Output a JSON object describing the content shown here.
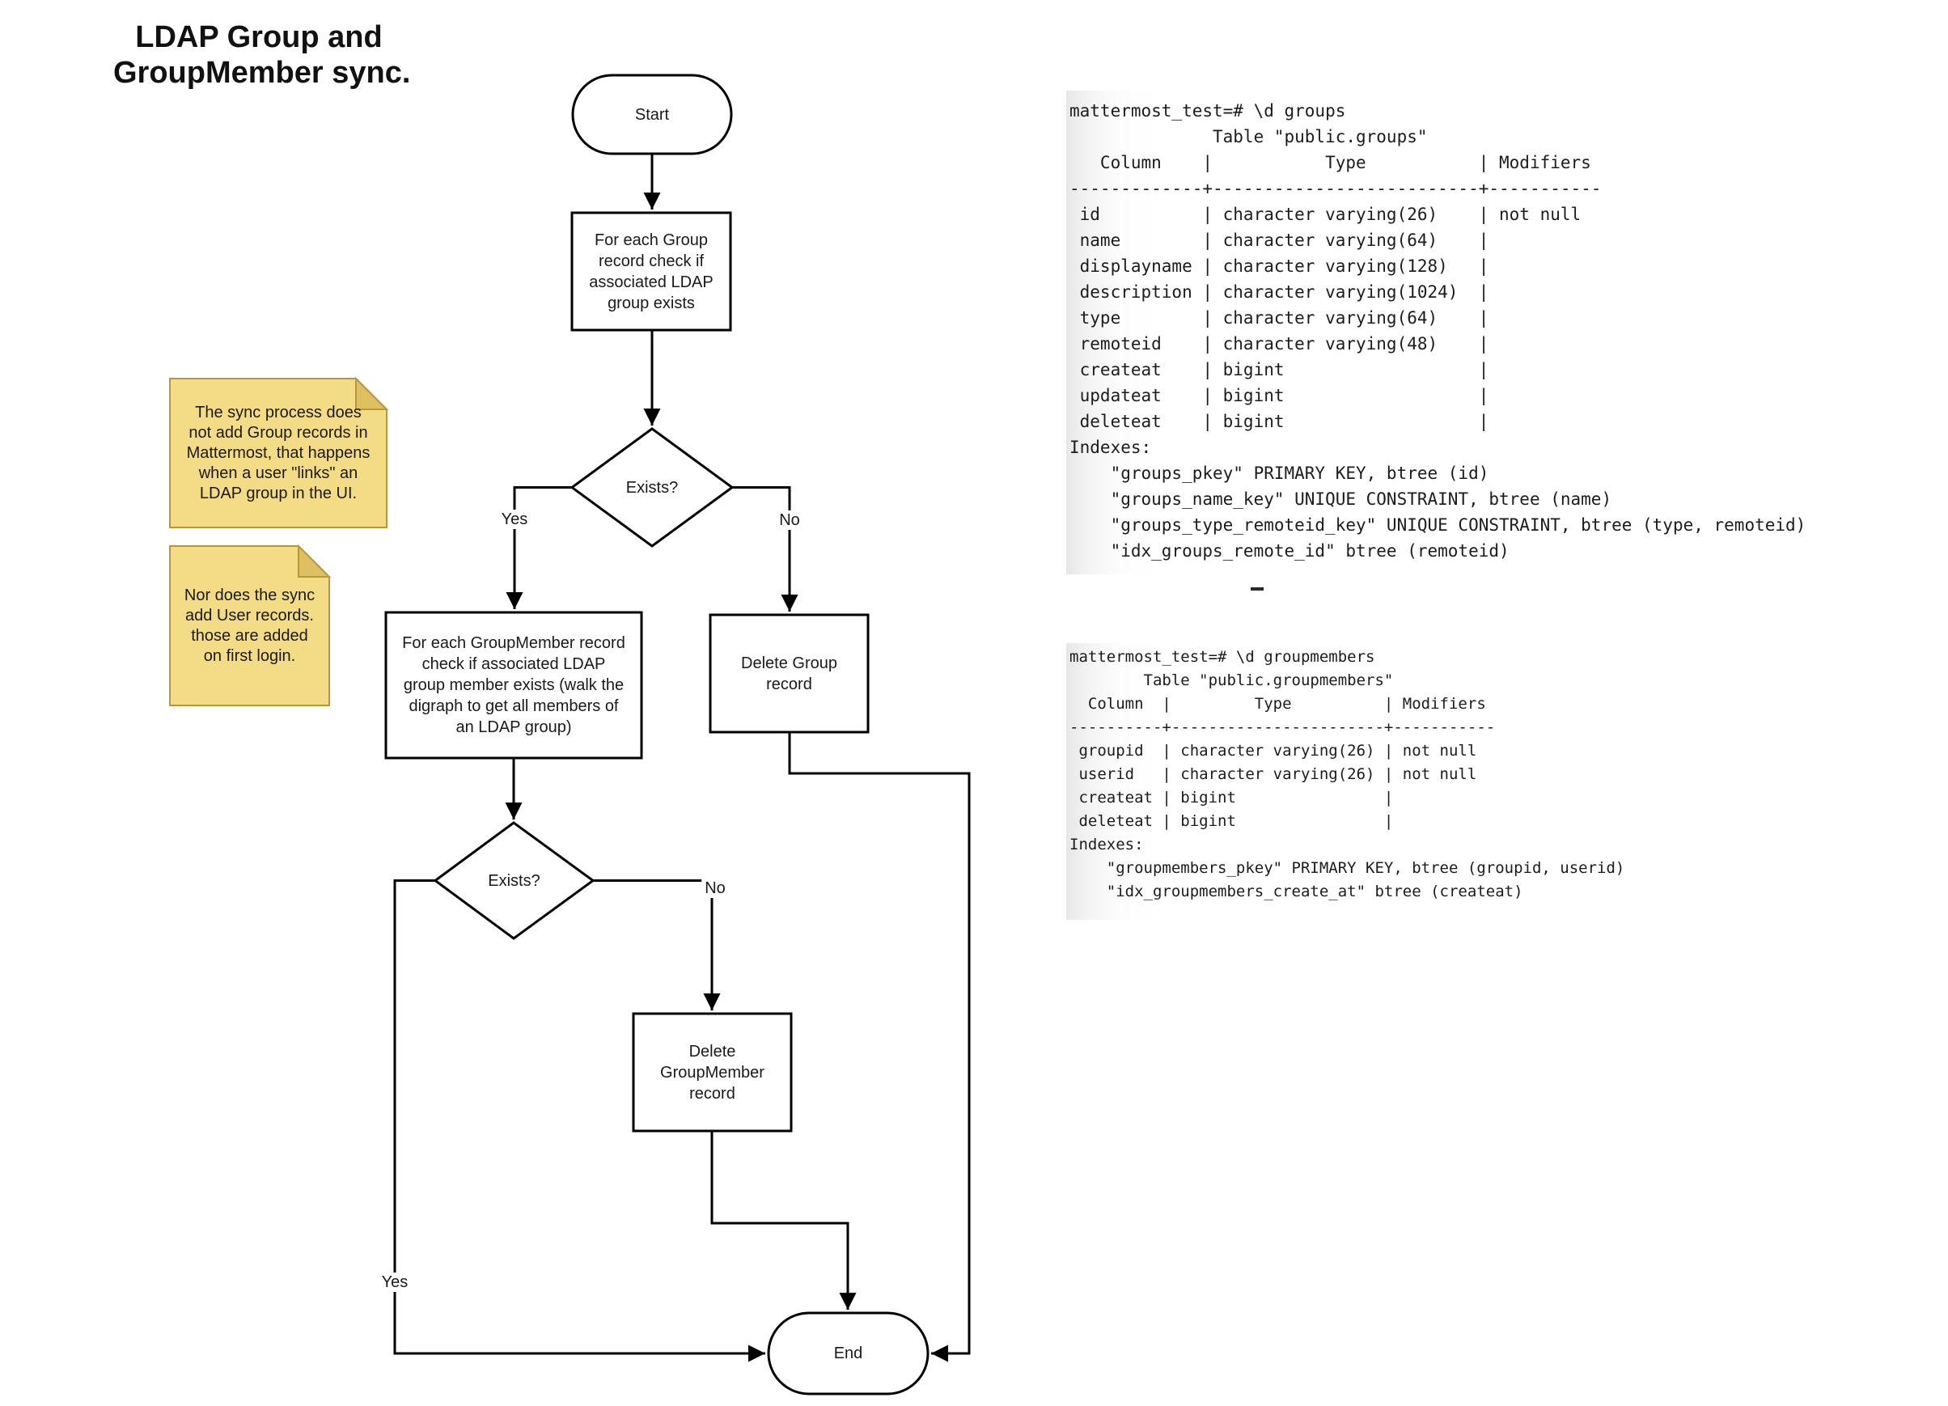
{
  "title": {
    "lines": [
      "LDAP Group and",
      "GroupMember sync."
    ]
  },
  "flowchart": {
    "start_label": "Start",
    "check_group_lines": [
      "For each Group",
      "record check if",
      "associated LDAP",
      "group exists"
    ],
    "exists1_label": "Exists?",
    "yes1_label": "Yes",
    "no1_label": "No",
    "check_groupmember_lines": [
      "For each GroupMember record",
      "check if associated LDAP",
      "group member exists (walk the",
      "digraph to get all members of",
      "an LDAP group)"
    ],
    "delete_group_lines": [
      "Delete Group",
      "record"
    ],
    "exists2_label": "Exists?",
    "yes2_label": "Yes",
    "no2_label": "No",
    "delete_groupmember_lines": [
      "Delete",
      "GroupMember",
      "record"
    ],
    "end_label": "End"
  },
  "notes": {
    "note1_lines": [
      "The sync process does",
      "not add Group records in",
      "Mattermost, that happens",
      "when a user \"links\" an",
      "LDAP group in the UI."
    ],
    "note2_lines": [
      "Nor does the sync",
      "add User records.",
      "those are added",
      "on first login."
    ]
  },
  "terminals": {
    "groups_lines": [
      "mattermost_test=# \\d groups",
      "              Table \"public.groups\"",
      "   Column    |           Type           | Modifiers",
      "-------------+--------------------------+-----------",
      " id          | character varying(26)    | not null",
      " name        | character varying(64)    | ",
      " displayname | character varying(128)   | ",
      " description | character varying(1024)  | ",
      " type        | character varying(64)    | ",
      " remoteid    | character varying(48)    | ",
      " createat    | bigint                   | ",
      " updateat    | bigint                   | ",
      " deleteat    | bigint                   | ",
      "Indexes:",
      "    \"groups_pkey\" PRIMARY KEY, btree (id)",
      "    \"groups_name_key\" UNIQUE CONSTRAINT, btree (name)",
      "    \"groups_type_remoteid_key\" UNIQUE CONSTRAINT, btree (type, remoteid)",
      "    \"idx_groups_remote_id\" btree (remoteid)"
    ],
    "cursor": "_",
    "groupmembers_lines": [
      "mattermost_test=# \\d groupmembers",
      "        Table \"public.groupmembers\"",
      "  Column  |         Type          | Modifiers",
      "----------+-----------------------+-----------",
      " groupid  | character varying(26) | not null",
      " userid   | character varying(26) | not null",
      " createat | bigint                | ",
      " deleteat | bigint                | ",
      "Indexes:",
      "    \"groupmembers_pkey\" PRIMARY KEY, btree (groupid, userid)",
      "    \"idx_groupmembers_create_at\" btree (createat)"
    ]
  },
  "colors": {
    "line": "#000000",
    "text": "#1a1a1a",
    "note_fill": "#f3dc85",
    "note_fold": "#dfc061",
    "note_border": "#b6973b",
    "terminal_text": "#1c1c1c",
    "terminal_edge": "#e7e7e7"
  }
}
